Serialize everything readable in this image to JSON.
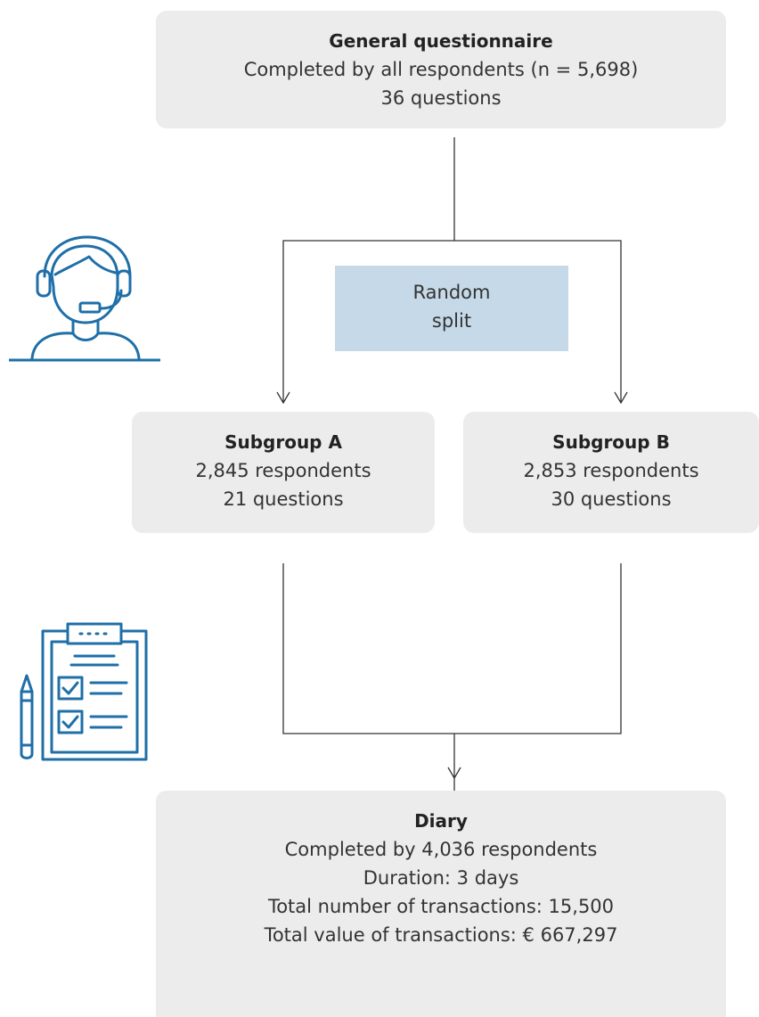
{
  "general": {
    "title": "General questionnaire",
    "line1": "Completed by all respondents (n = 5,698)",
    "line2": "36 questions"
  },
  "split": {
    "line1": "Random",
    "line2": "split"
  },
  "subgroup_a": {
    "title": "Subgroup A",
    "line1": "2,845 respondents",
    "line2": "21 questions"
  },
  "subgroup_b": {
    "title": "Subgroup B",
    "line1": "2,853 respondents",
    "line2": "30 questions"
  },
  "diary": {
    "title": "Diary",
    "line1": "Completed by 4,036 respondents",
    "line2": "Duration: 3 days",
    "line3": "Total number of transactions: 15,500",
    "line4": "Total value of transactions: € 667,297"
  },
  "icons": {
    "top": "call-center-agent-icon",
    "bottom": "clipboard-checklist-icon"
  },
  "colors": {
    "box_fill": "#ececec",
    "split_fill": "#c5d9e8",
    "icon_blue": "#1f6fa8",
    "connector": "#333333"
  }
}
